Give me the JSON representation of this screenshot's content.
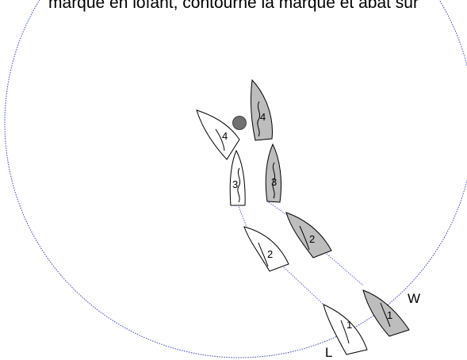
{
  "caption": "marque en lofant, contourne la marque et abat sur",
  "labels": {
    "windward": "W",
    "leeward": "L"
  },
  "boats": {
    "leeward_color": "#ffffff",
    "windward_color": "#bdbdbd",
    "positions": [
      "1",
      "2",
      "3",
      "4"
    ]
  },
  "mark_color": "#707070",
  "zone_circle_color": "#3b43b8",
  "track_color": "#5b66d8"
}
